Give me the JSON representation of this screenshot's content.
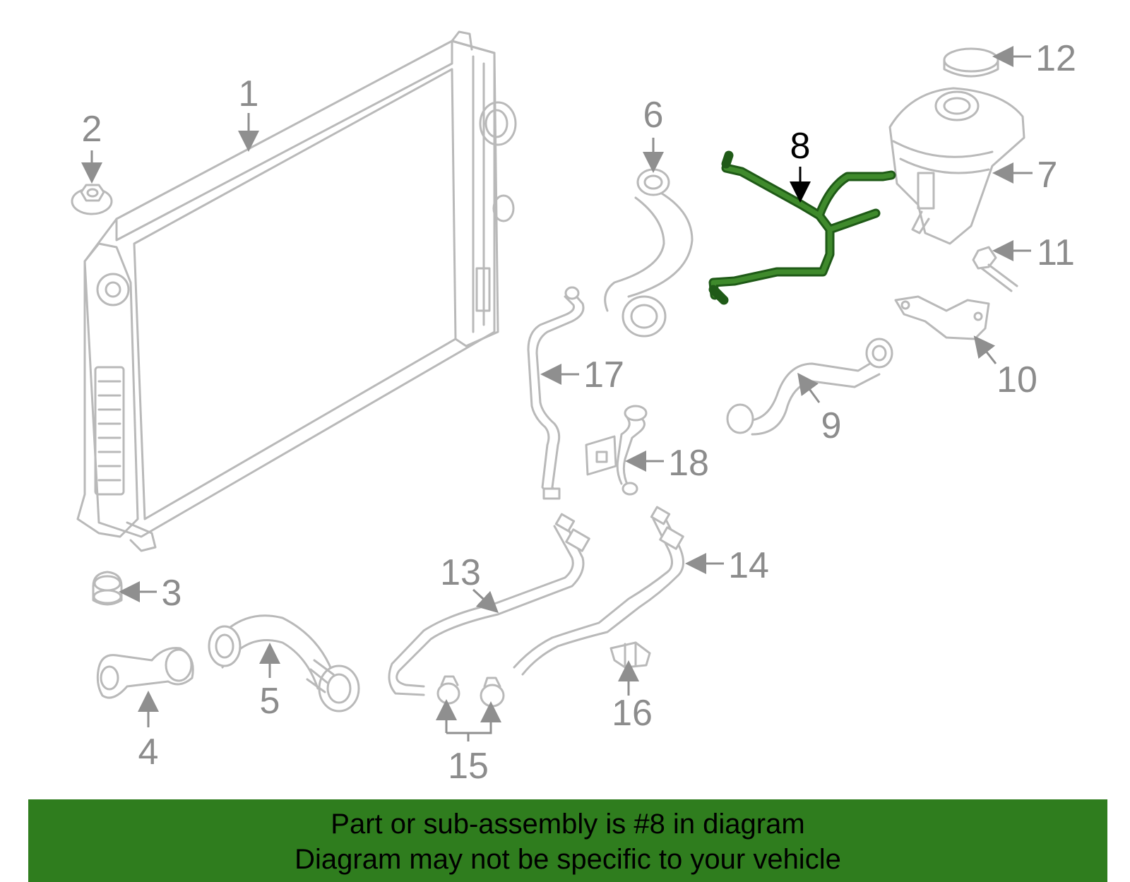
{
  "diagram": {
    "highlighted_part": "8",
    "highlight_color": "#2f7d1e",
    "callouts": [
      "1",
      "2",
      "3",
      "4",
      "5",
      "6",
      "7",
      "8",
      "9",
      "10",
      "11",
      "12",
      "13",
      "14",
      "15",
      "16",
      "17",
      "18"
    ]
  },
  "banner": {
    "line1": "Part or sub-assembly is #8 in diagram",
    "line2": "Diagram may not be specific to your vehicle"
  }
}
